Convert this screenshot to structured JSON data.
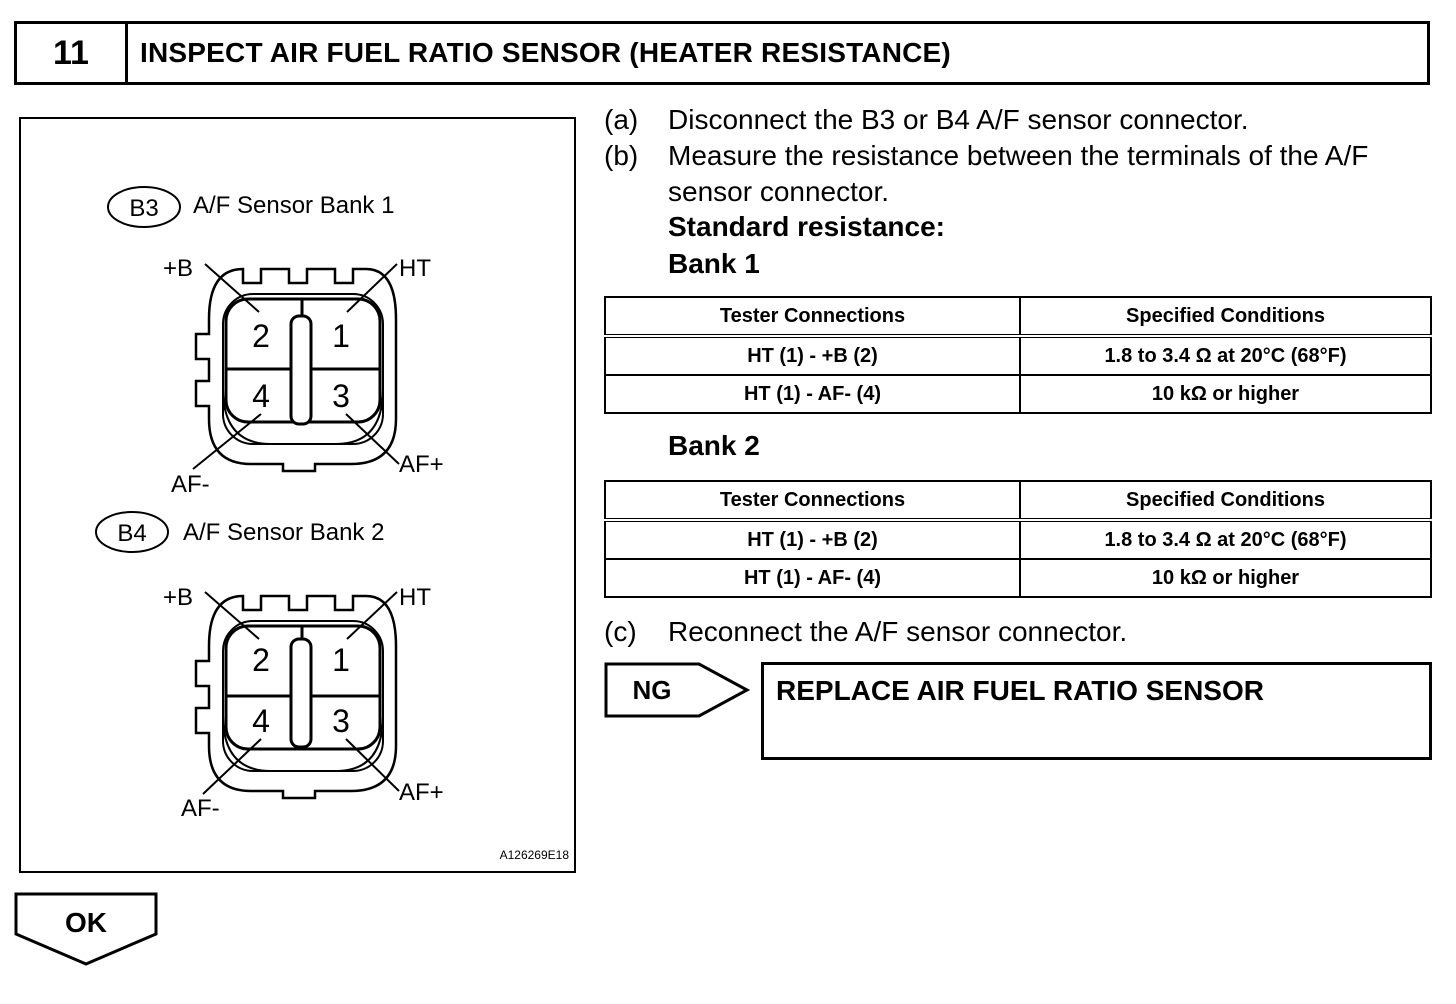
{
  "header": {
    "step_number": "11",
    "title": "INSPECT AIR FUEL RATIO SENSOR (HEATER RESISTANCE)"
  },
  "figure": {
    "bank1": {
      "connector_id": "B3",
      "label": "A/F Sensor Bank 1",
      "pins": [
        "2",
        "1",
        "4",
        "3"
      ],
      "terminal_labels": {
        "top_left": "+B",
        "top_right": "HT",
        "bottom_left": "AF-",
        "bottom_right": "AF+"
      }
    },
    "bank2": {
      "connector_id": "B4",
      "label": "A/F Sensor Bank 2",
      "pins": [
        "2",
        "1",
        "4",
        "3"
      ],
      "terminal_labels": {
        "top_left": "+B",
        "top_right": "HT",
        "bottom_left": "AF-",
        "bottom_right": "AF+"
      }
    },
    "figure_code": "A126269E18"
  },
  "steps": {
    "a": {
      "label": "(a)",
      "text": "Disconnect the B3 or B4 A/F sensor connector."
    },
    "b": {
      "label": "(b)",
      "text_line1": "Measure the resistance between the terminals of the A/F",
      "text_line2": "sensor connector."
    },
    "c": {
      "label": "(c)",
      "text": "Reconnect the A/F sensor connector."
    }
  },
  "standard_resistance": "Standard resistance:",
  "bank1_table": {
    "heading": "Bank 1",
    "headers": [
      "Tester Connections",
      "Specified Conditions"
    ],
    "rows": [
      [
        "HT (1) - +B (2)",
        "1.8 to 3.4 Ω at 20°C (68°F)"
      ],
      [
        "HT (1) - AF- (4)",
        "10 kΩ or higher"
      ]
    ]
  },
  "bank2_table": {
    "heading": "Bank 2",
    "headers": [
      "Tester Connections",
      "Specified Conditions"
    ],
    "rows": [
      [
        "HT (1) - +B (2)",
        "1.8 to 3.4 Ω at 20°C (68°F)"
      ],
      [
        "HT (1) - AF- (4)",
        "10 kΩ or higher"
      ]
    ]
  },
  "ng": {
    "label": "NG",
    "action": "REPLACE AIR FUEL RATIO SENSOR"
  },
  "ok": {
    "label": "OK"
  }
}
